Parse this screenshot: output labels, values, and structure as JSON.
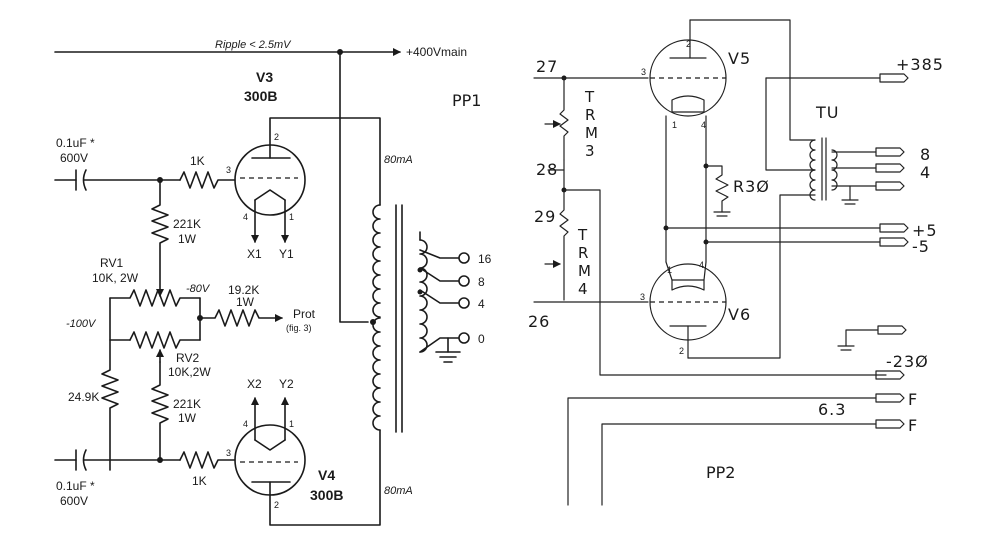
{
  "pp1": {
    "title": "PP1",
    "ripple": "Ripple < 2.5mV",
    "hv_main": "+400Vmain",
    "v3": {
      "name": "V3",
      "type": "300B",
      "pin_grid": "3",
      "pin_plate": "2",
      "pin_fil_a": "4",
      "pin_fil_b": "1",
      "out_a": "X1",
      "out_b": "Y1"
    },
    "v4": {
      "name": "V4",
      "type": "300B",
      "pin_grid": "3",
      "pin_plate": "2",
      "pin_fil_a": "4",
      "pin_fil_b": "1",
      "out_a": "X2",
      "out_b": "Y2"
    },
    "cap_top": {
      "value": "0.1uF *",
      "voltage": "600V"
    },
    "cap_bottom": {
      "value": "0.1uF *",
      "voltage": "600V"
    },
    "r_grid_top": "1K",
    "r_grid_bottom": "1K",
    "r_221k_top": {
      "value": "221K",
      "power": "1W"
    },
    "r_221k_bottom": {
      "value": "221K",
      "power": "1W"
    },
    "rv1": {
      "name": "RV1",
      "value": "10K, 2W"
    },
    "rv2": {
      "name": "RV2",
      "value": "10K,2W"
    },
    "v_minus80": "-80V",
    "v_minus100": "-100V",
    "r_prot": {
      "value": "19.2K",
      "power": "1W"
    },
    "prot": {
      "line1": "Prot",
      "line2": "(fig. 3)"
    },
    "r_249k": "24.9K",
    "current_top": "80mA",
    "current_bottom": "80mA",
    "taps": [
      "16",
      "8",
      "4",
      "0"
    ]
  },
  "pp2": {
    "title": "PP2",
    "v5": "V5",
    "v6": "V6",
    "trm3": [
      "T",
      "R",
      "M",
      "3"
    ],
    "trm4": [
      "T",
      "R",
      "M",
      "4"
    ],
    "n27": "27",
    "n28": "28",
    "n29": "29",
    "n26": "26",
    "r30": "R3Ø",
    "tu": "TU",
    "v385": "+385",
    "o8": "8",
    "o4": "4",
    "p5": "+5",
    "m5": "-5",
    "m230": "-23Ø",
    "v63": "6.3",
    "f1": "F",
    "f2": "F",
    "v5_pins": {
      "plate": "2",
      "grid": "3",
      "fil_a": "1",
      "fil_b": "4"
    },
    "v6_pins": {
      "plate": "2",
      "grid": "3",
      "fil_a": "1",
      "fil_b": "4"
    }
  }
}
